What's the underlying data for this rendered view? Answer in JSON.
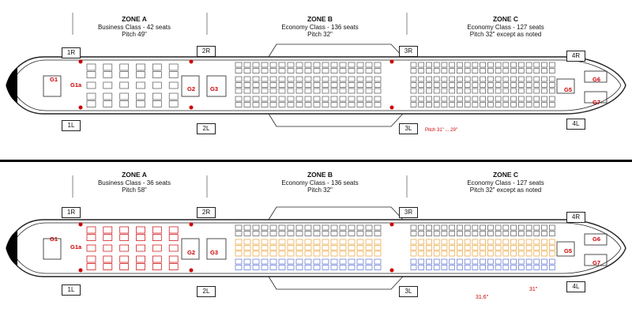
{
  "top": {
    "zones": [
      {
        "name": "ZONE A",
        "cls": "Business Class - 42 seats",
        "pitch": "Pitch 49\""
      },
      {
        "name": "ZONE B",
        "cls": "Economy Class - 136 seats",
        "pitch": "Pitch 32\""
      },
      {
        "name": "ZONE C",
        "cls": "Economy Class - 127 seats",
        "pitch": "Pitch 32\" except as noted"
      }
    ],
    "doors": {
      "d1r": "1R",
      "d1l": "1L",
      "d2r": "2R",
      "d2l": "2L",
      "d3r": "3R",
      "d3l": "3L",
      "d4r": "4R",
      "d4l": "4L"
    },
    "galleys": {
      "g1": "G1",
      "g1a": "G1a",
      "g2": "G2",
      "g3": "G3",
      "g5": "G5",
      "g6": "G6",
      "g7": "G7"
    },
    "pitch_note": "Pitch 31\" ... 29\""
  },
  "bottom": {
    "zones": [
      {
        "name": "ZONE A",
        "cls": "Business Class - 36 seats",
        "pitch": "Pitch 58\""
      },
      {
        "name": "ZONE B",
        "cls": "Economy Class - 136 seats",
        "pitch": "Pitch 32\""
      },
      {
        "name": "ZONE C",
        "cls": "Economy Class - 127 seats",
        "pitch": "Pitch 32\" except as noted"
      }
    ],
    "doors": {
      "d1r": "1R",
      "d1l": "1L",
      "d2r": "2R",
      "d2l": "2L",
      "d3r": "3R",
      "d3l": "3L",
      "d4r": "4R",
      "d4l": "4L"
    },
    "galleys": {
      "g1": "G1",
      "g1a": "G1a",
      "g2": "G2",
      "g3": "G3",
      "g5": "G5",
      "g6": "G6",
      "g7": "G7"
    },
    "pitch_marks": [
      "31.6\"",
      "31\""
    ]
  },
  "colors": {
    "outline": "#222222",
    "seat": "#555555",
    "accent": "#cc0000",
    "econ_orange": "#e8a33c",
    "econ_blue": "#5a6fd0"
  }
}
